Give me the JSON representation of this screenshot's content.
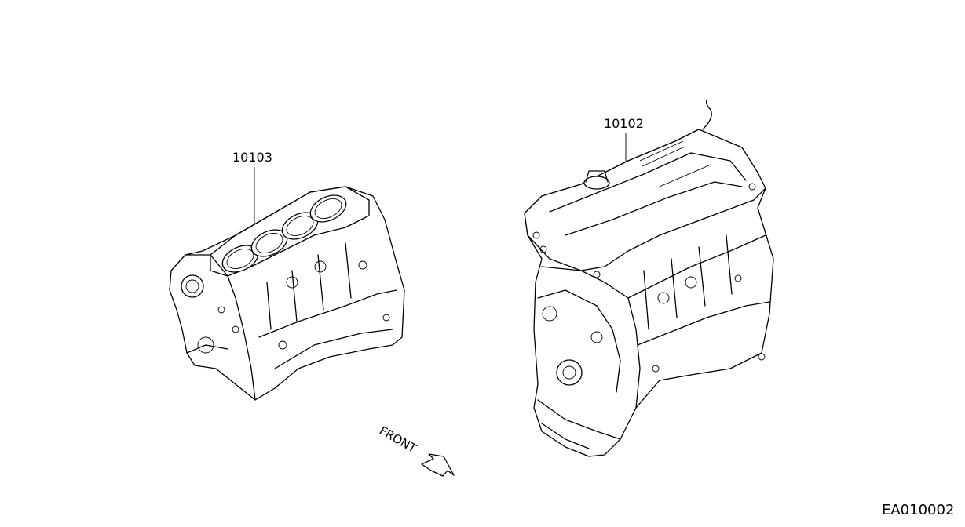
{
  "diagram": {
    "parts": [
      {
        "number": "10103"
      },
      {
        "number": "10102"
      }
    ],
    "direction_label": "FRONT",
    "reference_code": "EA010002"
  }
}
